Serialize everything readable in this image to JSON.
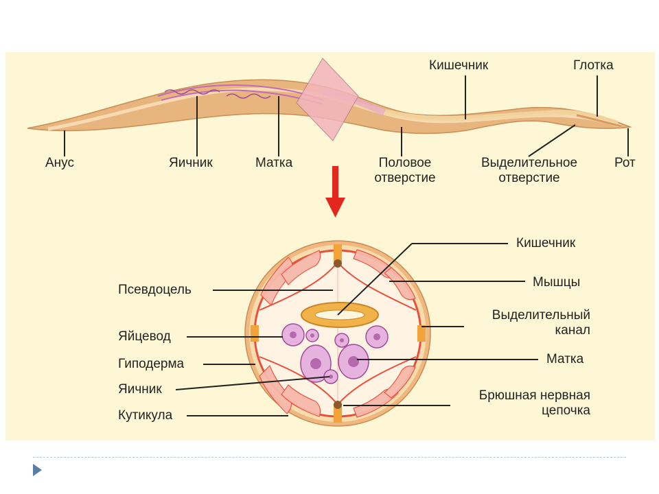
{
  "longitudinal": {
    "labels": {
      "anus": "Анус",
      "ovary": "Яичник",
      "uterus": "Матка",
      "genital_pore_l1": "Половое",
      "genital_pore_l2": "отверстие",
      "excretory_pore_l1": "Выделительное",
      "excretory_pore_l2": "отверстие",
      "mouth": "Рот",
      "intestine": "Кишечник",
      "pharynx": "Глотка"
    }
  },
  "cross_section": {
    "labels": {
      "intestine": "Кишечник",
      "muscles": "Мышцы",
      "excretory_canal_l1": "Выделительный",
      "excretory_canal_l2": "канал",
      "uterus": "Матка",
      "nerve_cord_l1": "Брюшная нервная",
      "nerve_cord_l2": "цепочка",
      "pseudocoel": "Псевдоцель",
      "oviduct": "Яйцевод",
      "hypodermis": "Гиподерма",
      "ovary": "Яичник",
      "cuticle": "Кутикула"
    }
  },
  "colors": {
    "panel": "#fdf7d5",
    "body": "#e8b57e",
    "cuticle_ring": "#f0b77e",
    "muscle": "#e8503c",
    "gonad": "#c46bb8",
    "arrow": "#e3261e"
  }
}
